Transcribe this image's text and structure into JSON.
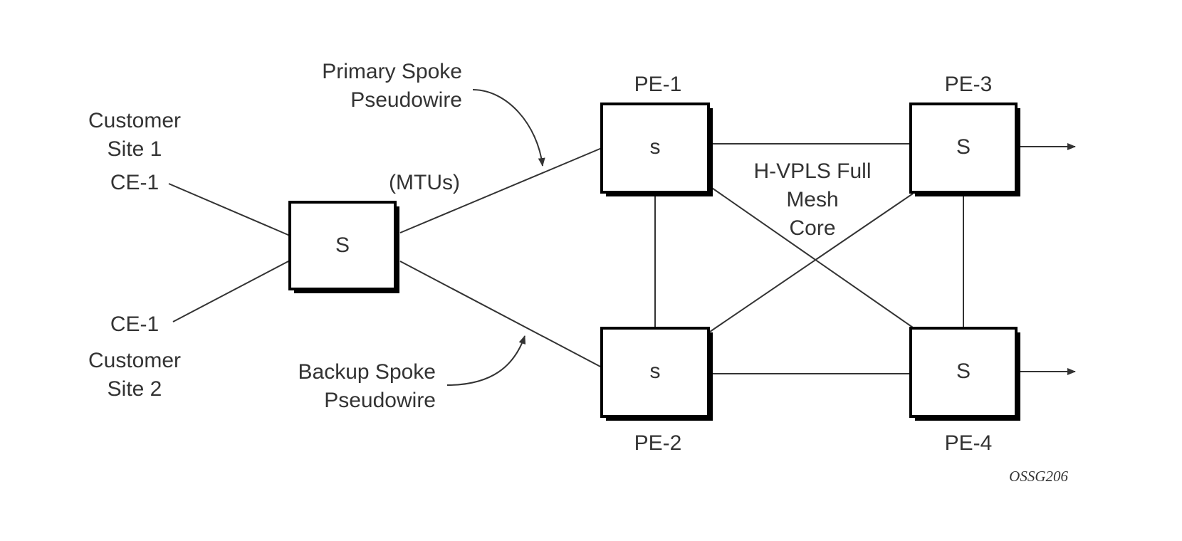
{
  "diagram": {
    "customer_site_1": [
      "Customer",
      "Site 1"
    ],
    "customer_site_2": [
      "Customer",
      "Site 2"
    ],
    "ce_top": "CE-1",
    "ce_bottom": "CE-1",
    "mtu_label": "(MTUs)",
    "mtu_switch": "S",
    "primary_spoke": [
      "Primary Spoke",
      "Pseudowire"
    ],
    "backup_spoke": [
      "Backup Spoke",
      "Pseudowire"
    ],
    "core_label": [
      "H-VPLS Full",
      "Mesh",
      "Core"
    ],
    "pe1": {
      "name": "PE-1",
      "switch": "s"
    },
    "pe2": {
      "name": "PE-2",
      "switch": "s"
    },
    "pe3": {
      "name": "PE-3",
      "switch": "S"
    },
    "pe4": {
      "name": "PE-4",
      "switch": "S"
    },
    "figure_id": "OSSG206"
  }
}
